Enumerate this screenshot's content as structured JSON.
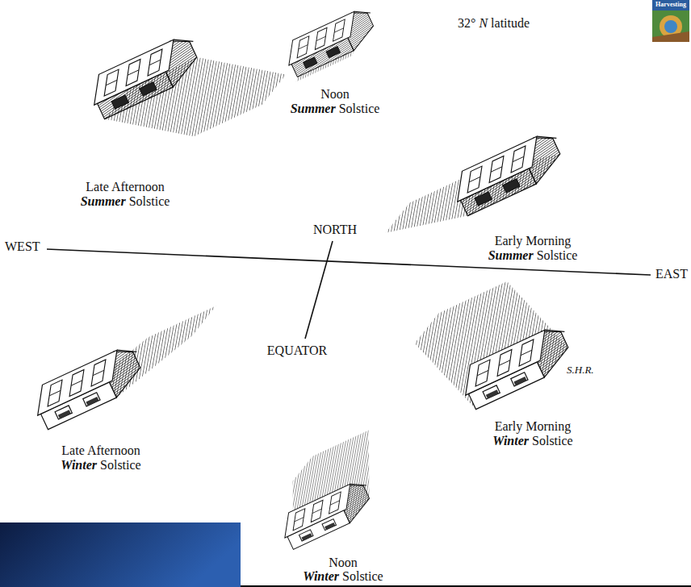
{
  "diagram": {
    "labels": [
      "Noon Summer Solstice",
      "32° N latitude",
      "Harvesting",
      "Late Afternoon Summer Solstice",
      "NORTH",
      "Early Morning Summer Solstice",
      "WEST",
      "EAST",
      "EQUATOR",
      "S.H.R.",
      "Late Afternoon Winter Solstice",
      "Early Morning Winter Solstice",
      "Noon Winter Solstice"
    ]
  }
}
